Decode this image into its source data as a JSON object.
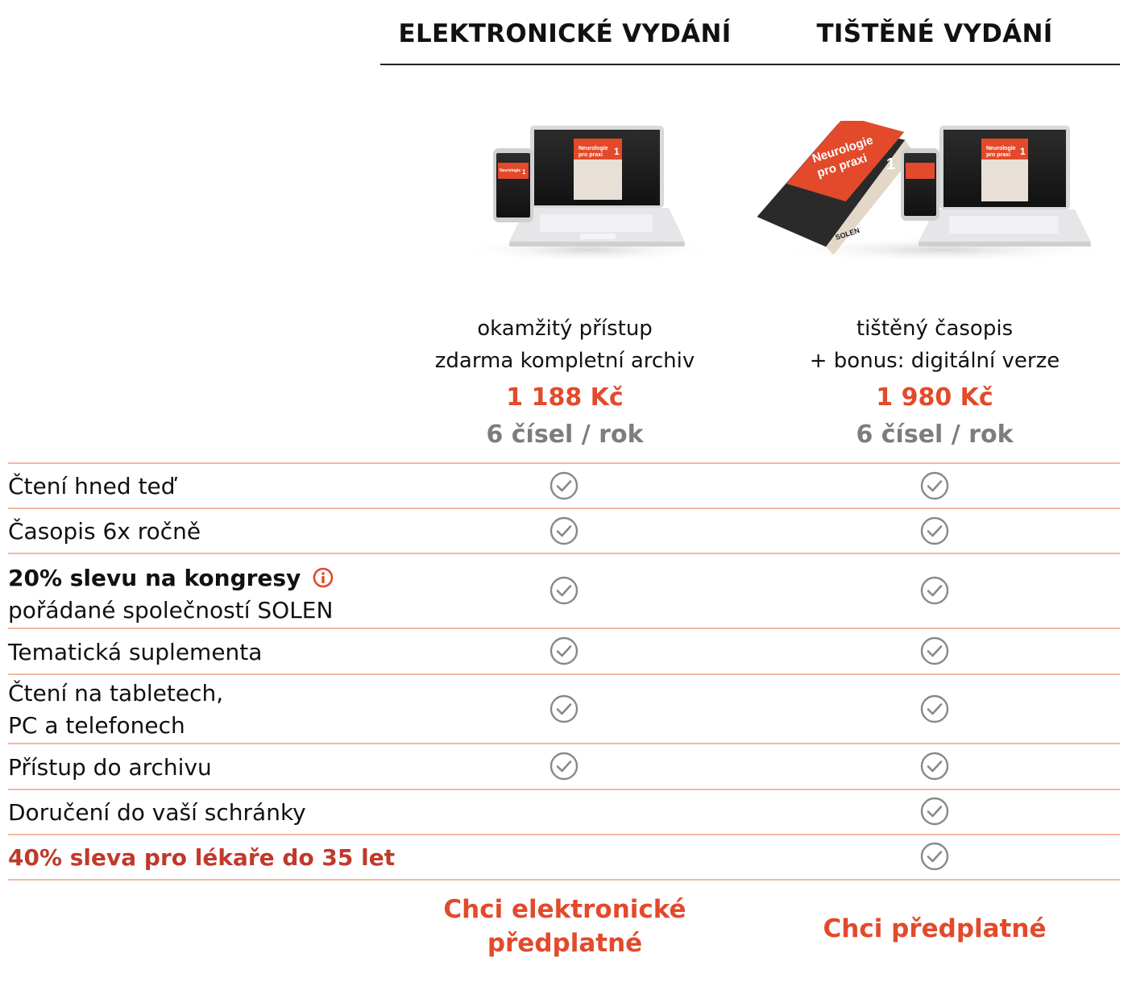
{
  "columns": {
    "electronic": {
      "title": "ELEKTRONICKÉ VYDÁNÍ",
      "desc_line1": "okamžitý přístup",
      "desc_line2": "zdarma kompletní archiv",
      "price": "1 188 Kč",
      "issues": "6 čísel / rok",
      "cta_line1": "Chci elektronické",
      "cta_line2": "předplatné"
    },
    "print": {
      "title": "TIŠTĚNÉ VYDÁNÍ",
      "desc_line1": "tištěný časopis",
      "desc_line2": "+ bonus: digitální verze",
      "price": "1 980 Kč",
      "issues": "6 čísel / rok",
      "cta": "Chci předplatné"
    }
  },
  "magazine": {
    "title_line1": "Neurologie",
    "title_line2": "pro praxi",
    "issue_number": "1",
    "publisher": "SOLEN"
  },
  "features": [
    {
      "label": "Čtení hned teď",
      "electronic": true,
      "print": true
    },
    {
      "label": "Časopis 6x ročně",
      "electronic": true,
      "print": true
    },
    {
      "label_bold": "20% slevu na kongresy",
      "label_line2": "pořádané společností SOLEN",
      "electronic": true,
      "print": true,
      "icon": "info-icon"
    },
    {
      "label": "Tematická suplementa",
      "electronic": true,
      "print": true
    },
    {
      "label_line1": "Čtení na tabletech,",
      "label_line2": "PC a telefonech",
      "electronic": true,
      "print": true
    },
    {
      "label": "Přístup do archivu",
      "electronic": true,
      "print": true
    },
    {
      "label": "Doručení do vaší schránky",
      "electronic": false,
      "print": true
    },
    {
      "label": "40% sleva pro lékaře do 35 let",
      "electronic": false,
      "print": true
    }
  ],
  "colors": {
    "accent": "#e24a2b",
    "accent_dark": "#c0392b",
    "rule": "#f2b7a3",
    "muted": "#7d7d7d",
    "check": "#888888"
  }
}
